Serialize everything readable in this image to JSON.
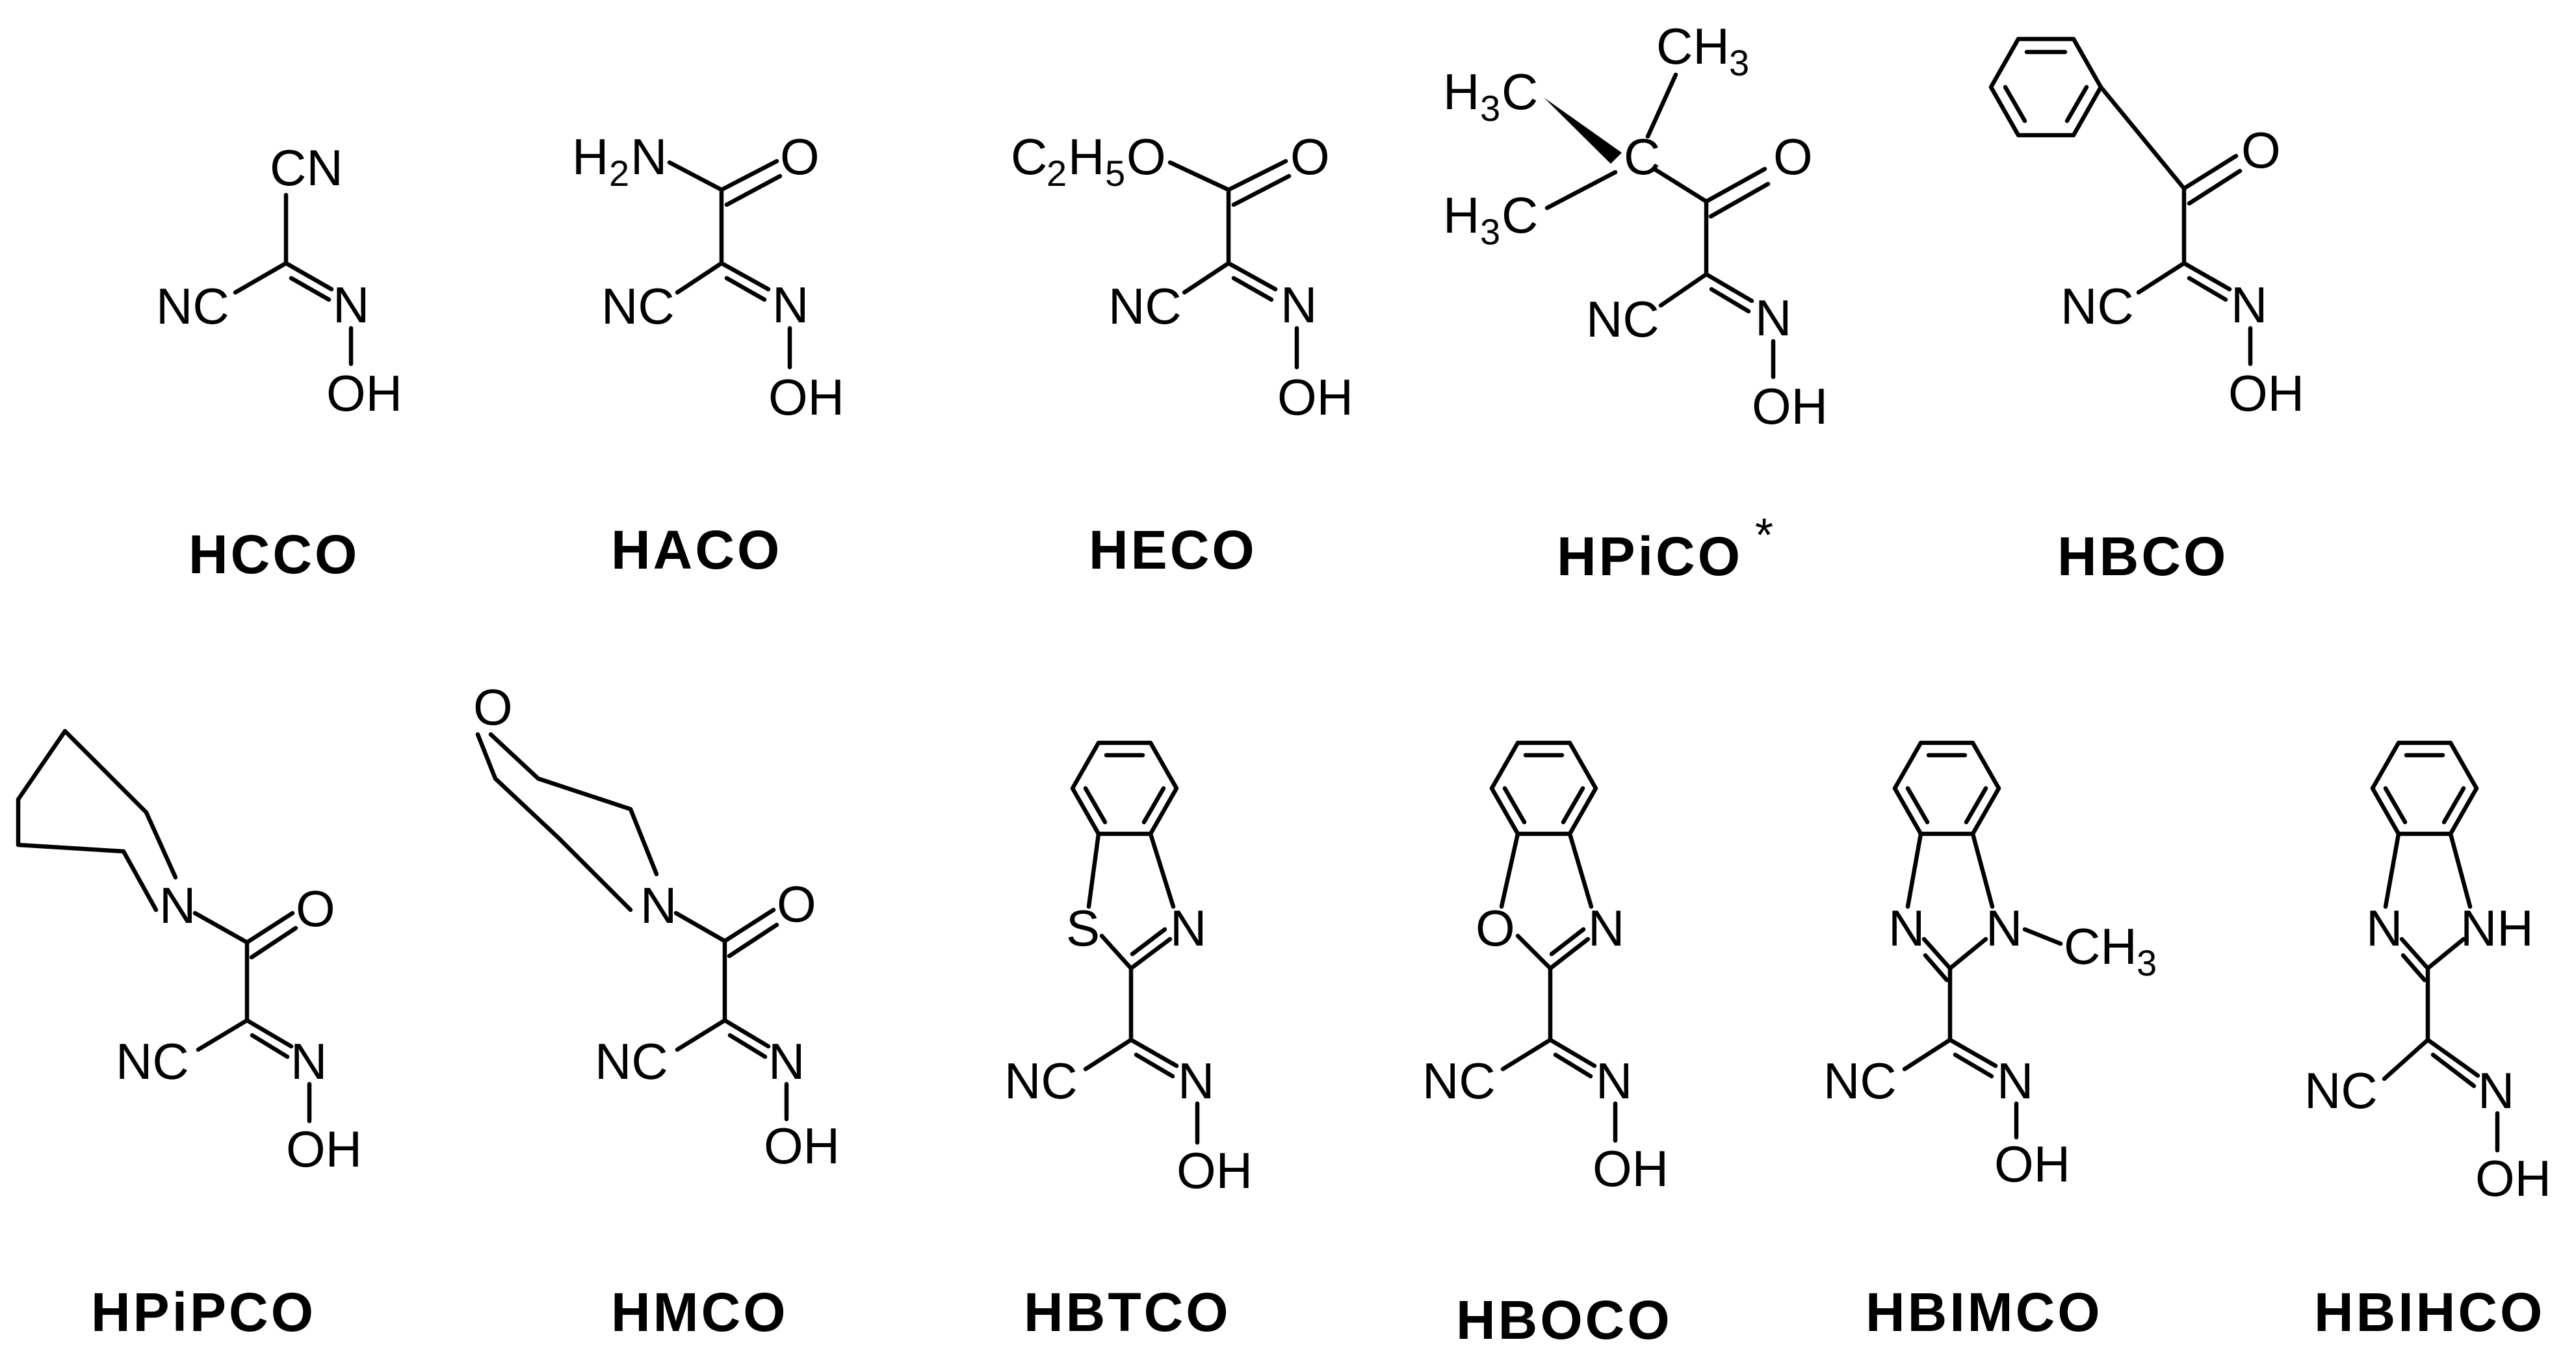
{
  "figure": {
    "compounds": [
      {
        "name": "HCCO",
        "top_group": "CN"
      },
      {
        "name": "HACO",
        "top_group": "H2N-C(=O)"
      },
      {
        "name": "HECO",
        "top_group": "C2H5O-C(=O)"
      },
      {
        "name": "HPiCO",
        "top_group": "(CH3)3C-C(=O)",
        "name_mark": "*"
      },
      {
        "name": "HBCO",
        "top_group": "Ph-C(=O)"
      },
      {
        "name": "HPiPCO",
        "top_group": "piperidinyl-C(=O)"
      },
      {
        "name": "HMCO",
        "top_group": "morpholinyl-C(=O)"
      },
      {
        "name": "HBTCO",
        "top_group": "benzothiazol-2-yl"
      },
      {
        "name": "HBOCO",
        "top_group": "benzoxazol-2-yl"
      },
      {
        "name": "HBIMCO",
        "top_group": "1-methylbenzimidazol-2-yl"
      },
      {
        "name": "HBIHCO",
        "top_group": "benzimidazol-2-yl"
      }
    ],
    "atom_labels": {
      "nc": "NC",
      "cn": "CN",
      "n": "N",
      "oh": "OH",
      "o": "O",
      "s": "S",
      "nh": "NH",
      "c": "C",
      "h": "H",
      "h2n_h": "H",
      "h2n_2": "2",
      "h2n_n": "N",
      "ethyl_c": "C",
      "ethyl_2": "2",
      "ethyl_h": "H",
      "ethyl_5": "5",
      "ethyl_o": "O",
      "methyl_c": "CH",
      "methyl_3": "3"
    }
  }
}
